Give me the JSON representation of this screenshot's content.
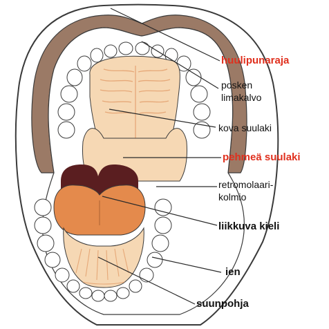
{
  "colors": {
    "outline": "#3a3a3a",
    "lip": "#9b7a66",
    "mucosa": "#ffffff",
    "palate": "#f6d8b4",
    "ridges": "#e6a878",
    "throat": "#5a1e20",
    "tongue": "#e48a4c",
    "floor": "#f6d8b4",
    "tooth": "#ffffff",
    "highlight_label": "#e0301e",
    "leader_line": "#2a2a2a"
  },
  "labels": {
    "lip_border": "huulipunaraja",
    "cheek_mucosa_line1": "posken",
    "cheek_mucosa_line2": "limakalvo",
    "hard_palate": "kova suulaki",
    "soft_palate": "pehmeä suulaki",
    "retromolar_line1": "retromolaari-",
    "retromolar_line2": "kolmio",
    "mobile_tongue": "liikkuva kieli",
    "gum": "ien",
    "mouth_floor": "suunpohja"
  },
  "icons": {
    "mouth": "open-mouth-anatomy-illustration",
    "teeth": "tooth-icon"
  }
}
